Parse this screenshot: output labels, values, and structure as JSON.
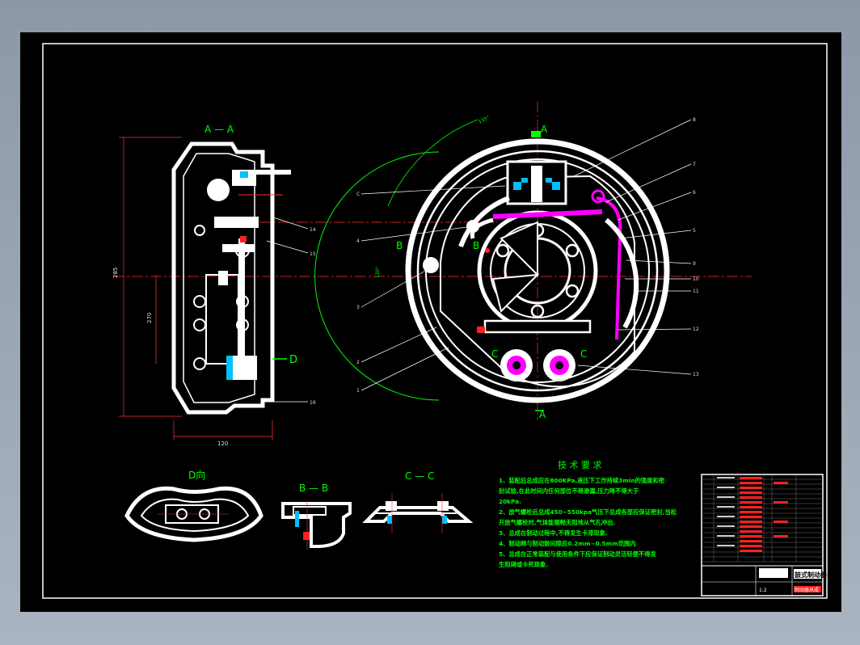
{
  "drawing": {
    "section_titles": {
      "aa": "A — A",
      "d_view": "D向",
      "bb": "B — B",
      "cc": "C — C"
    },
    "section_markers": {
      "a_top": "A",
      "a_bottom": "A",
      "b_left": "B",
      "b_right": "B",
      "c_left": "C",
      "c_right": "C",
      "d": "D"
    },
    "dimensions": {
      "overall_height": "285",
      "lower_height": "270",
      "width": "120",
      "angle_top": "135°",
      "angle_side": "120°"
    },
    "callouts_right": [
      "8",
      "7",
      "6",
      "5",
      "9",
      "10",
      "11",
      "12",
      "13"
    ],
    "callouts_left": [
      "C",
      "4",
      "3",
      "2",
      "1"
    ],
    "callouts_section": [
      "14",
      "15",
      "16"
    ],
    "tech_title": "技 术 要 求",
    "tech_lines": [
      "1、装配后总成应在800KPa,液压下工作持续3min的强度和密",
      "封试验,在此时间内任何部位不得渗漏,压力降不得大于",
      "20kPa.",
      "2、放气螺栓后总成450~550kpa气压下总成各部应保证密封,当松",
      "开放气螺栓时,气体能顺畅无阻地从气孔冲出.",
      "3、总成在制动过程中,不得发生卡滞现象.",
      "4、制动蹄与制动鼓间隙应0.2mm~0.5mm范围内",
      "5、总成在正常装配与使用条件下应保证制动灵活轻便不得发",
      "生阻碍或卡死现象."
    ],
    "title_block": {
      "name": "鼓式制动器",
      "label": "制动器总成",
      "small": "1:2"
    }
  },
  "colors": {
    "background": "#000000",
    "frame": "#ffffff",
    "part": "#ffffff",
    "green": "#00ff00",
    "red": "#ff2020",
    "magenta": "#ff00ff",
    "centerline": "#ff3030",
    "callout_text": "#dddddd"
  }
}
